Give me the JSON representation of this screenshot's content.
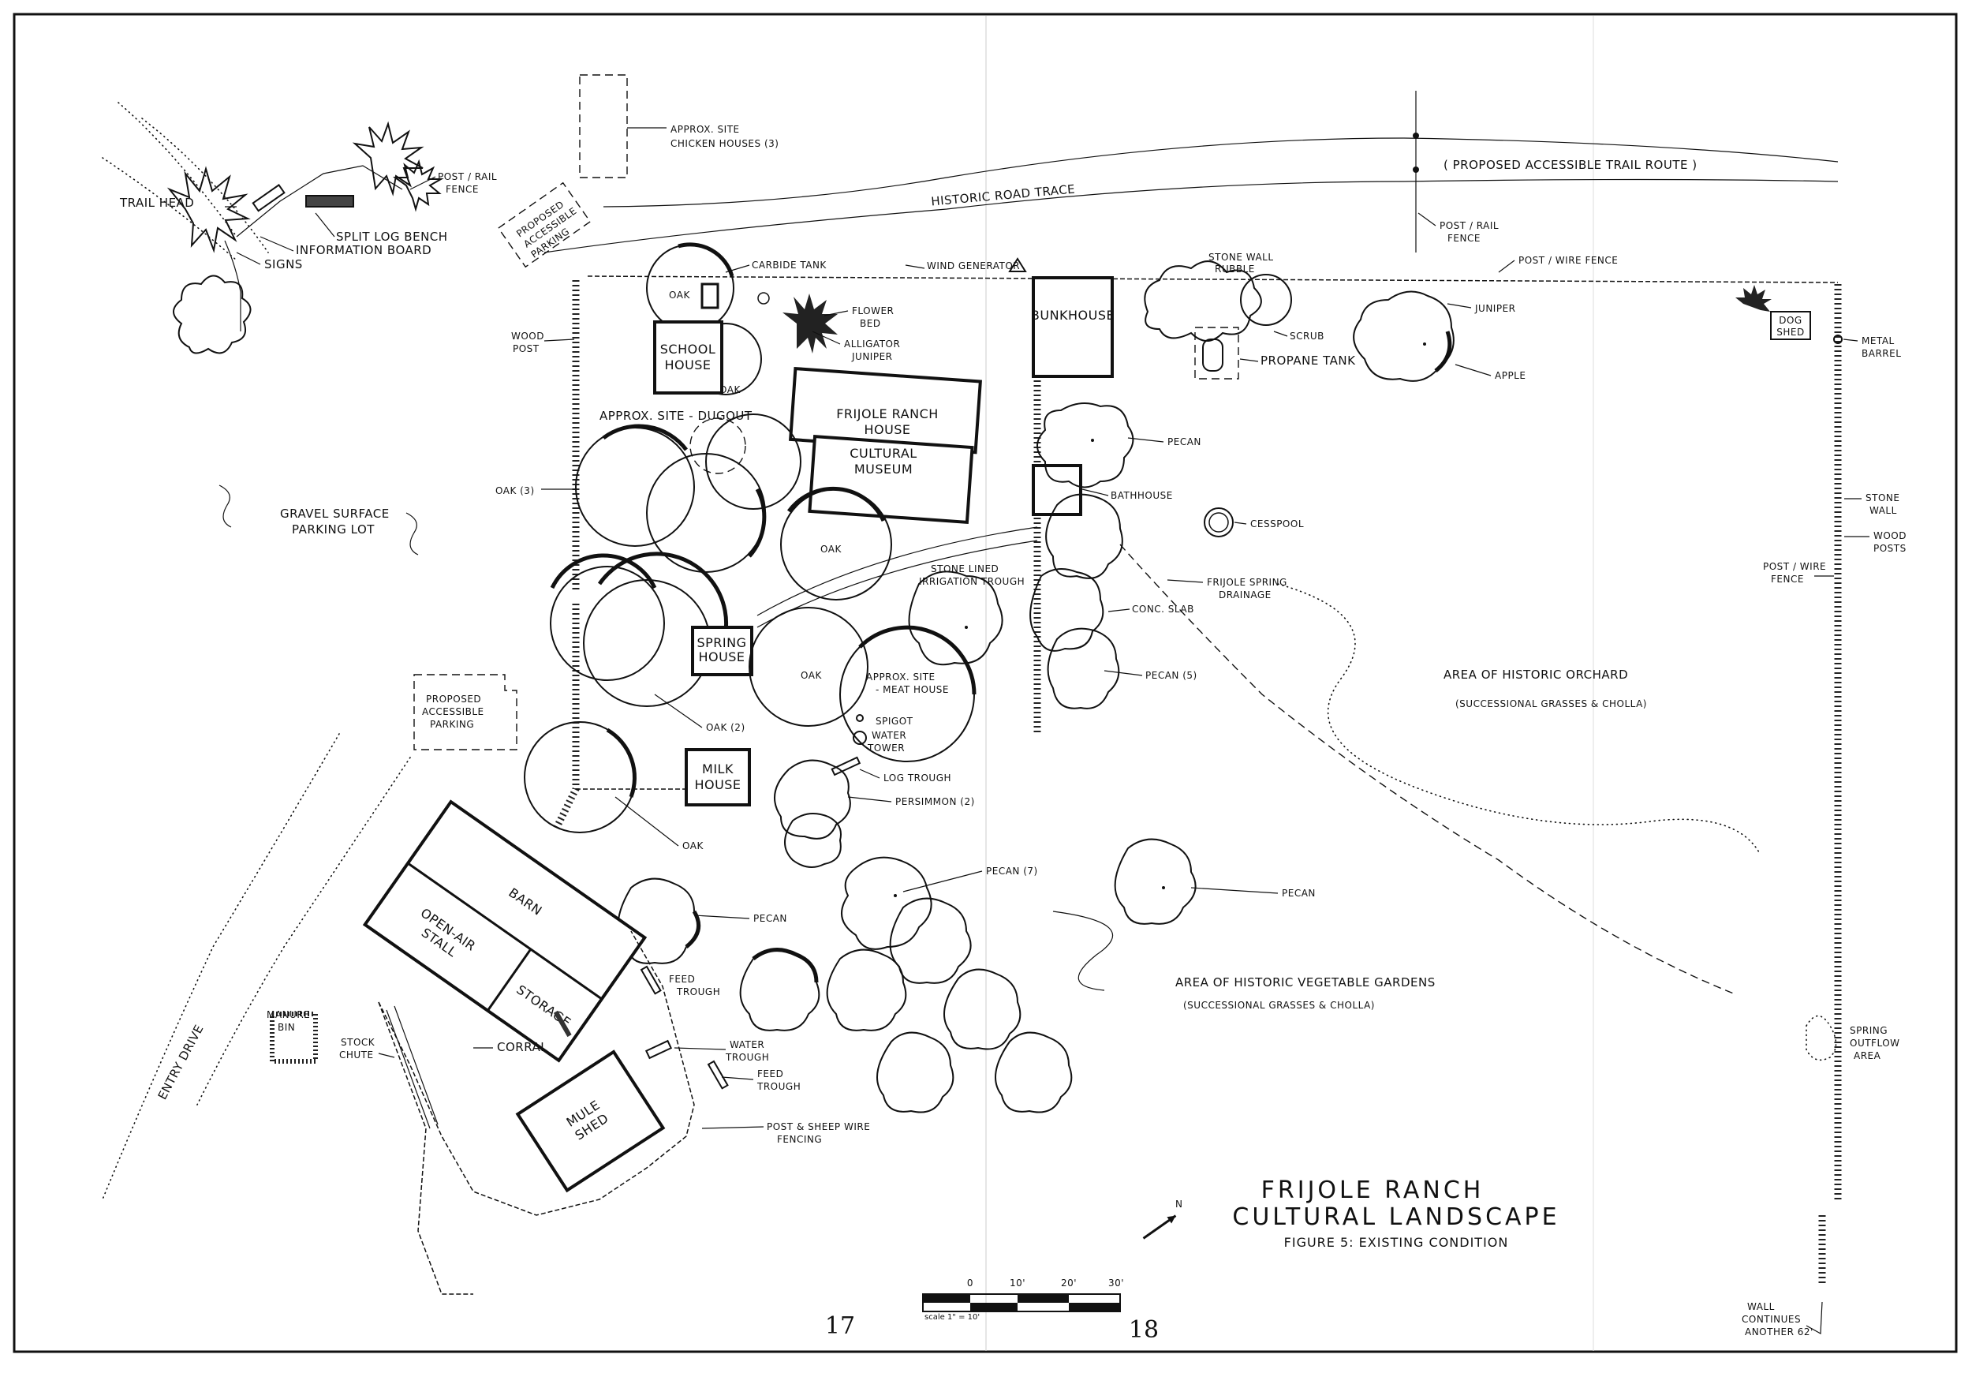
{
  "map": {
    "title": "FRIJOLE RANCH",
    "subtitle": "CULTURAL LANDSCAPE",
    "figure": "FIGURE 5: EXISTING CONDITION",
    "page_left": "17",
    "page_right": "18",
    "scale": {
      "ticks": [
        "0",
        "10'",
        "20'",
        "30'"
      ],
      "label": "scale 1\" = 10'"
    },
    "north_label": "N"
  },
  "labels": {
    "trail_head": "TRAIL HEAD",
    "signs": "SIGNS",
    "information_board": "INFORMATION BOARD",
    "split_log_bench": "SPLIT LOG BENCH",
    "post_rail_fence_1": "POST / RAIL",
    "post_rail_fence_2": "FENCE",
    "chicken_1": "APPROX. SITE",
    "chicken_2": "CHICKEN HOUSES (3)",
    "historic_road_trace": "HISTORIC ROAD TRACE",
    "proposed_trail": "( PROPOSED ACCESSIBLE TRAIL ROUTE )",
    "proposed_parking_top_1": "PROPOSED",
    "proposed_parking_top_2": "ACCESSIBLE",
    "proposed_parking_top_3": "PARKING",
    "post_rail_fence_east_1": "POST / RAIL",
    "post_rail_fence_east_2": "FENCE",
    "carbide_tank": "CARBIDE TANK",
    "wind_generator": "WIND GENERATOR",
    "stone_wall_rubble_1": "STONE WALL",
    "stone_wall_rubble_2": "RUBBLE",
    "post_wire_fence_top": "POST / WIRE FENCE",
    "juniper": "JUNIPER",
    "scrub": "SCRUB",
    "propane_tank": "PROPANE TANK",
    "apple": "APPLE",
    "dog_shed_1": "DOG",
    "dog_shed_2": "SHED",
    "metal_barrel_1": "METAL",
    "metal_barrel_2": "BARREL",
    "flower_bed_1": "FLOWER",
    "flower_bed_2": "BED",
    "alligator_juniper_1": "ALLIGATOR",
    "alligator_juniper_2": "JUNIPER",
    "school_house_1": "SCHOOL",
    "school_house_2": "HOUSE",
    "oak": "OAK",
    "wood_post_1": "WOOD",
    "wood_post_2": "POST",
    "dugout": "APPROX. SITE - DUGOUT",
    "ranch_house_1": "FRIJOLE RANCH",
    "ranch_house_2": "HOUSE",
    "museum_1": "CULTURAL",
    "museum_2": "MUSEUM",
    "bunkhouse": "BUNKHOUSE",
    "pecan": "PECAN",
    "bathhouse": "BATHHOUSE",
    "cesspool": "CESSPOOL",
    "oak_3": "OAK (3)",
    "gravel_1": "GRAVEL SURFACE",
    "gravel_2": "PARKING LOT",
    "irrigation_1": "STONE LINED",
    "irrigation_2": "IRRIGATION TROUGH",
    "spring_drainage_1": "FRIJOLE SPRING",
    "spring_drainage_2": "DRAINAGE",
    "conc_slab": "CONC. SLAB",
    "stone_wall_1": "STONE",
    "stone_wall_2": "WALL",
    "wood_posts_1": "WOOD",
    "wood_posts_2": "POSTS",
    "post_wire_fence_1": "POST / WIRE",
    "post_wire_fence_2": "FENCE",
    "spring_house_1": "SPRING",
    "spring_house_2": "HOUSE",
    "meat_house_1": "APPROX. SITE",
    "meat_house_2": "- MEAT HOUSE",
    "pecan_5": "PECAN (5)",
    "orchard_1": "AREA OF HISTORIC ORCHARD",
    "orchard_2": "(SUCCESSIONAL GRASSES & CHOLLA)",
    "proposed_parking_1": "PROPOSED",
    "proposed_parking_2": "ACCESSIBLE",
    "proposed_parking_3": "PARKING",
    "spigot": "SPIGOT",
    "water_tower_1": "WATER",
    "water_tower_2": "TOWER",
    "oak_2": "OAK (2)",
    "milk_house_1": "MILK",
    "milk_house_2": "HOUSE",
    "log_trough": "LOG TROUGH",
    "persimmon": "PERSIMMON (2)",
    "pecan_7": "PECAN (7)",
    "barn": "BARN",
    "storage": "STORAGE",
    "open_air_1": "OPEN-AIR",
    "open_air_2": "STALL",
    "feed_trough_1": "FEED",
    "feed_trough_2": "TROUGH",
    "veg_1": "AREA OF HISTORIC VEGETABLE GARDENS",
    "veg_2": "(SUCCESSIONAL GRASSES & CHOLLA)",
    "entry_drive": "ENTRY DRIVE",
    "manure_1": "MANURE",
    "manure_2": "BIN",
    "stock_chute_1": "STOCK",
    "stock_chute_2": "CHUTE",
    "corral": "CORRAL",
    "water_trough_1": "WATER",
    "water_trough_2": "TROUGH",
    "mule_shed_1": "MULE",
    "mule_shed_2": "SHED",
    "sheep_fence_1": "POST & SHEEP WIRE",
    "sheep_fence_2": "FENCING",
    "spring_outflow_1": "SPRING",
    "spring_outflow_2": "OUTFLOW",
    "spring_outflow_3": "AREA",
    "wall_cont_1": "WALL",
    "wall_cont_2": "CONTINUES",
    "wall_cont_3": "ANOTHER 62'"
  }
}
